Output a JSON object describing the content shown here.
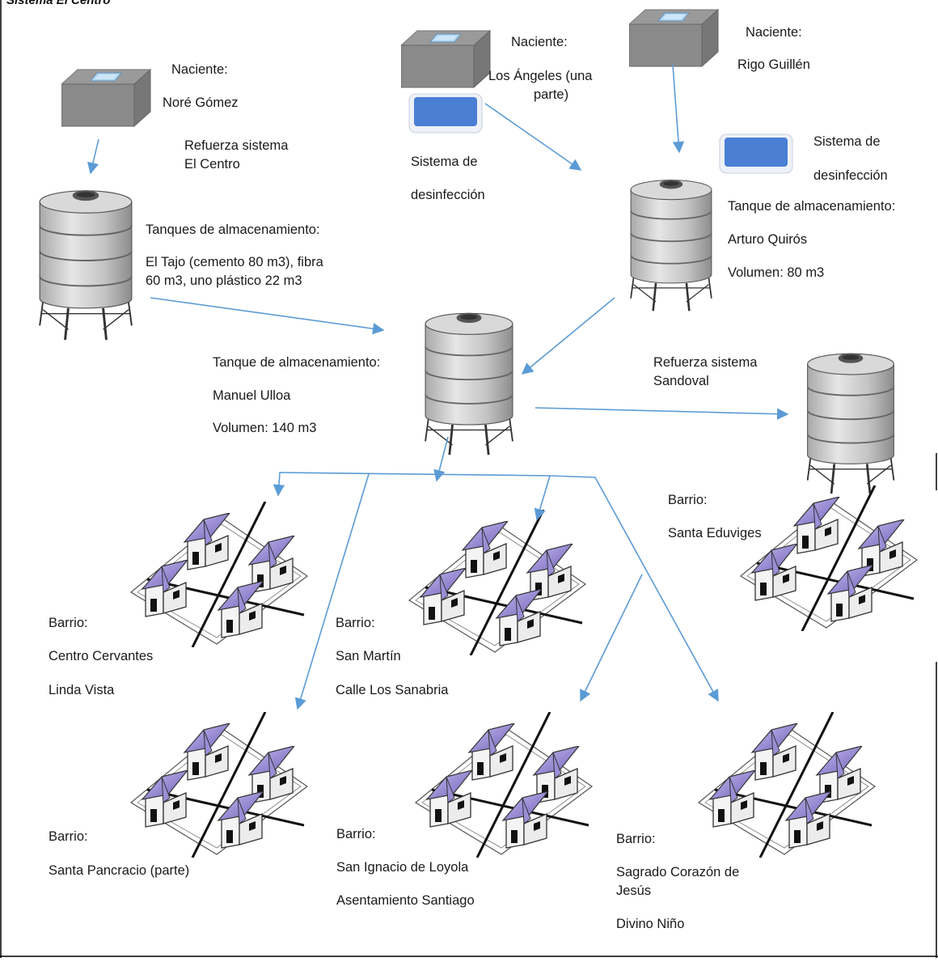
{
  "title": "Sistema El Centro",
  "colors": {
    "arrow": "#5b9bd5",
    "roof": "#8b7cc8",
    "tank_body": "#c8c8c8",
    "disinfection_fill": "#4a7fd4",
    "spring_box": "#8f8f8f",
    "spring_window": "#a9d3ef"
  },
  "icons": [
    "spring-icon",
    "tank-icon",
    "disinfection-icon",
    "neighborhood-icon",
    "flow-arrow"
  ],
  "labels": {
    "naciente_nore": [
      "Naciente:",
      "Noré Gómez"
    ],
    "refuerza_centro": [
      "Refuerza sistema",
      "El Centro"
    ],
    "tanques_tajo": [
      "Tanques de almacenamiento:",
      "El Tajo (cemento 80 m3), fibra",
      "60 m3, uno plástico 22 m3"
    ],
    "naciente_angeles": [
      "Naciente:",
      "Los Ángeles (una",
      "parte)"
    ],
    "desinfeccion_1": [
      "Sistema de",
      "desinfección"
    ],
    "naciente_rigo": [
      "Naciente:",
      "Rigo Guillén"
    ],
    "desinfeccion_2": [
      "Sistema de",
      "desinfección"
    ],
    "tanque_arturo": [
      "Tanque de almacenamiento:",
      "Arturo Quirós",
      "Volumen: 80 m3"
    ],
    "tanque_manuel": [
      "Tanque de almacenamiento:",
      "Manuel Ulloa",
      "Volumen: 140 m3"
    ],
    "refuerza_sandoval": [
      "Refuerza sistema",
      "Sandoval"
    ],
    "barrio_eduviges": [
      "Barrio:",
      "Santa Eduviges"
    ],
    "barrio_cervantes": [
      "Barrio:",
      "Centro Cervantes",
      "Linda Vista"
    ],
    "barrio_martin": [
      "Barrio:",
      "San Martín",
      "Calle Los Sanabria"
    ],
    "barrio_pancracio": [
      "Barrio:",
      "Santa Pancracio (parte)"
    ],
    "barrio_ignacio": [
      "Barrio:",
      "San Ignacio de Loyola",
      "Asentamiento Santiago"
    ],
    "barrio_sagrado": [
      "Barrio:",
      "Sagrado Corazón de",
      "Jesús",
      "Divino Niño"
    ]
  }
}
